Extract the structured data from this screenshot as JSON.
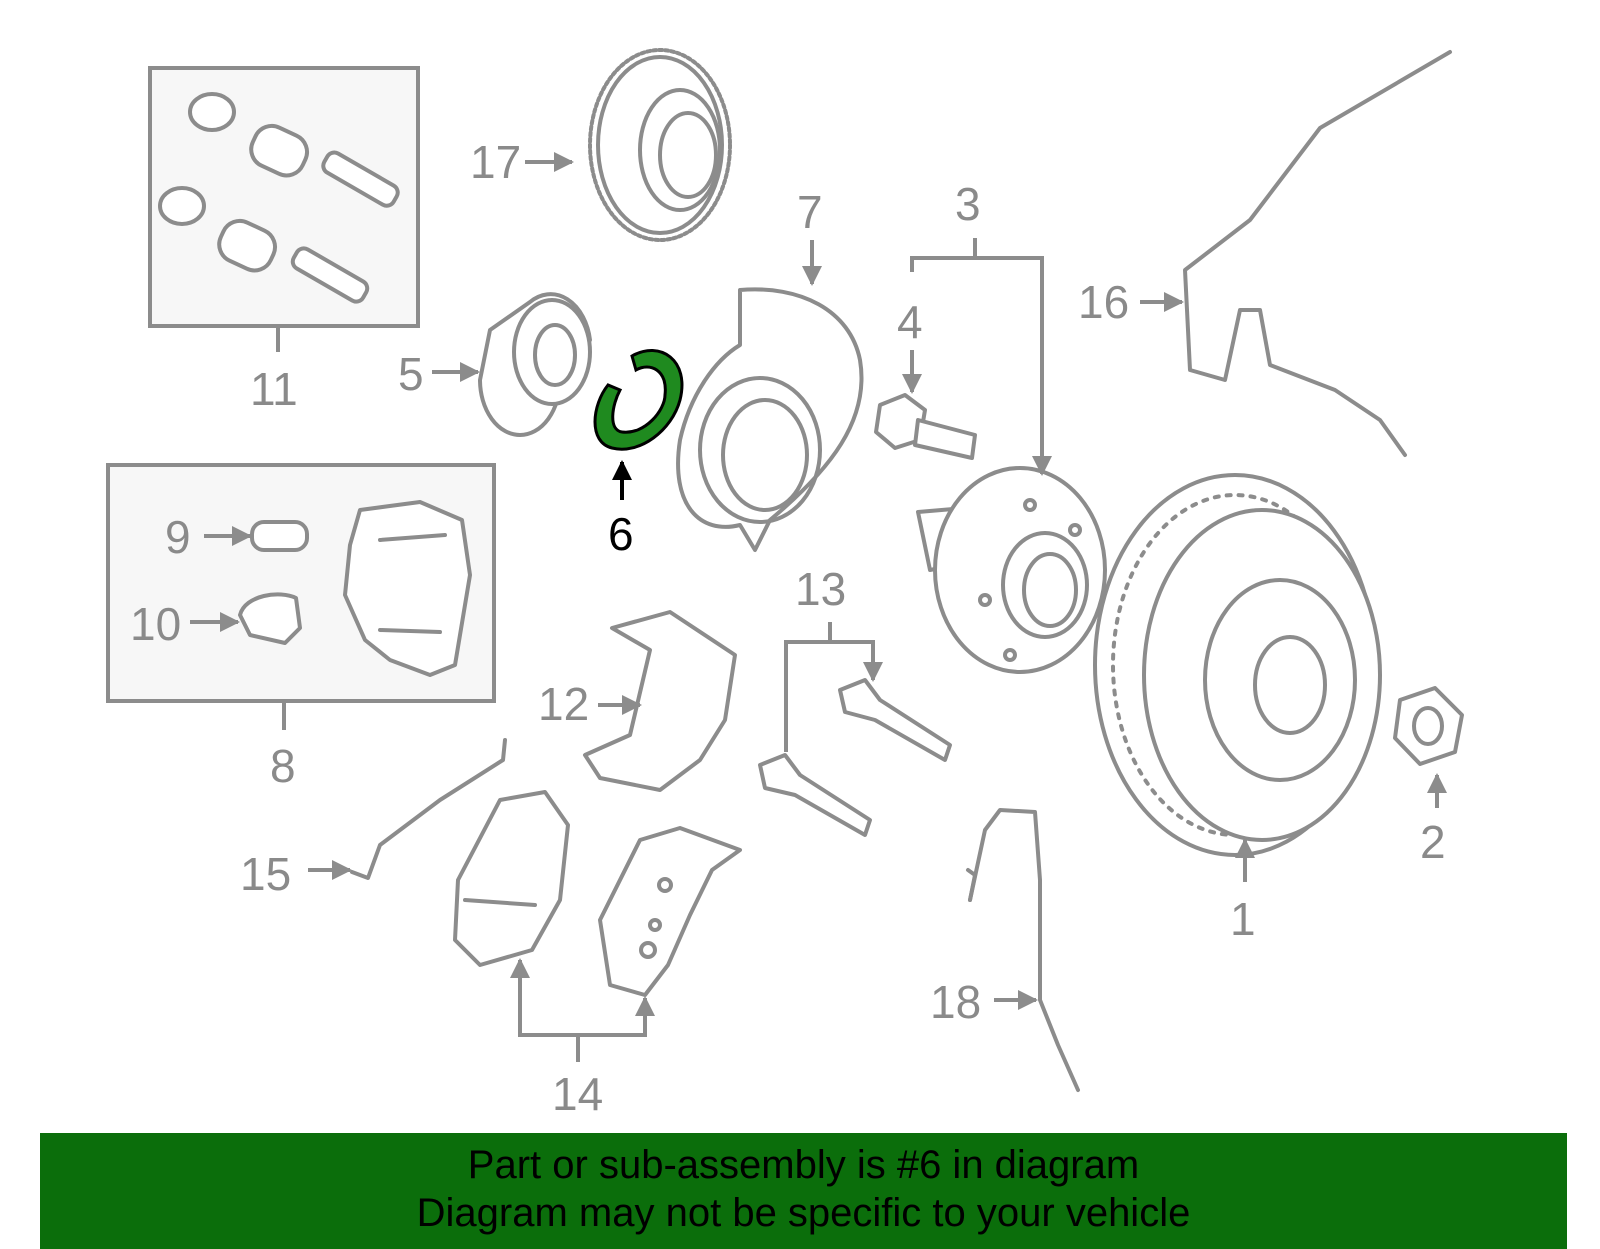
{
  "colors": {
    "banner_bg": "#0b6e0b",
    "highlight_part": "#1f8a1f",
    "line_gray": "#8c8c8c",
    "label_gray": "#8a8a8a"
  },
  "highlighted_part": "6",
  "callouts": {
    "c1": "1",
    "c2": "2",
    "c3": "3",
    "c4": "4",
    "c5": "5",
    "c6": "6",
    "c7": "7",
    "c8": "8",
    "c9": "9",
    "c10": "10",
    "c11": "11",
    "c12": "12",
    "c13": "13",
    "c14": "14",
    "c15": "15",
    "c16": "16",
    "c17": "17",
    "c18": "18"
  },
  "banner": {
    "line1": "Part or sub-assembly is #6 in diagram",
    "line2": "Diagram may not be specific to your vehicle"
  }
}
